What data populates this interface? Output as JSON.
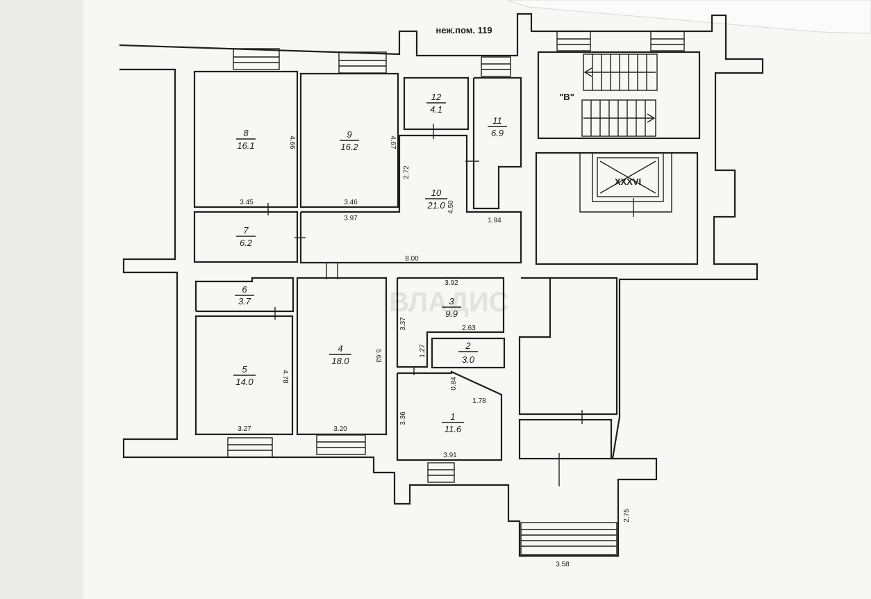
{
  "header_label": "неж.пом. 119",
  "stair_label": "\"В\"",
  "lift_label": "XXXVI",
  "watermark": "ВЛАДИС",
  "rooms": [
    {
      "id": "8",
      "num": "8",
      "area": "16.1"
    },
    {
      "id": "9",
      "num": "9",
      "area": "16.2"
    },
    {
      "id": "12",
      "num": "12",
      "area": "4.1"
    },
    {
      "id": "11",
      "num": "11",
      "area": "6.9"
    },
    {
      "id": "10",
      "num": "10",
      "area": "21.0"
    },
    {
      "id": "7",
      "num": "7",
      "area": "6.2"
    },
    {
      "id": "6",
      "num": "6",
      "area": "3.7"
    },
    {
      "id": "5",
      "num": "5",
      "area": "14.0"
    },
    {
      "id": "4",
      "num": "4",
      "area": "18.0"
    },
    {
      "id": "3",
      "num": "3",
      "area": "9.9"
    },
    {
      "id": "2",
      "num": "2",
      "area": "3.0"
    },
    {
      "id": "1",
      "num": "1",
      "area": "11.6"
    }
  ],
  "dimensions": {
    "d_466": "4.66",
    "d_467": "4.67",
    "d_345": "3.45",
    "d_346": "3.46",
    "d_272": "2.72",
    "d_450": "4.50",
    "d_397": "3.97",
    "d_194": "1.94",
    "d_800": "8.00",
    "d_392": "3.92",
    "d_337": "3.37",
    "d_263": "2.63",
    "d_127": "1.27",
    "d_563": "5.63",
    "d_478": "4.78",
    "d_084": "0.84",
    "d_178": "1.78",
    "d_336": "3.36",
    "d_327": "3.27",
    "d_320": "3.20",
    "d_391": "3.91",
    "d_275": "2.75",
    "d_358": "3.58"
  }
}
